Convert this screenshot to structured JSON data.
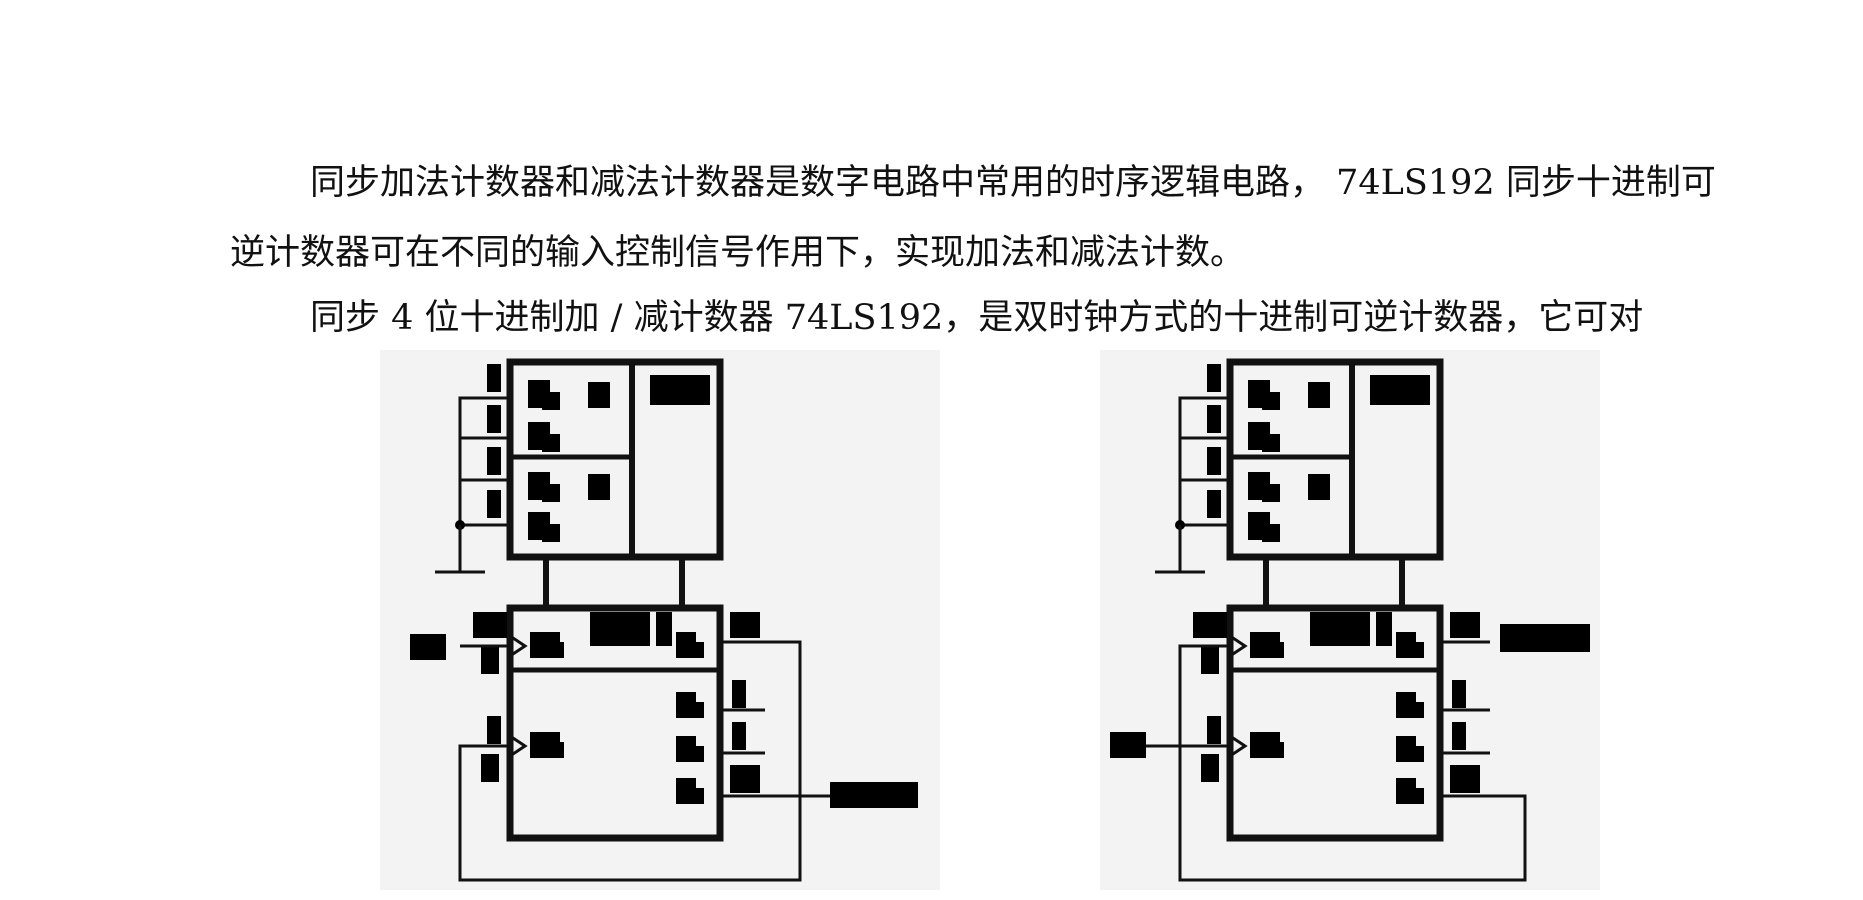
{
  "document": {
    "paragraphs": [
      "同步加法计数器和减法计数器是数字电路中常用的时序逻辑电路， 74LS192 同步十进制可逆计数器可在不同的输入控制信号作用下，实现加法和减法计数。",
      "同步 4 位十进制加 / 减计数器 74LS192，是双时钟方式的十进制可逆计数器，它可对"
    ]
  },
  "figures": {
    "count": 2,
    "names": [
      "counter-logic-diagram-left",
      "counter-logic-diagram-right"
    ]
  }
}
